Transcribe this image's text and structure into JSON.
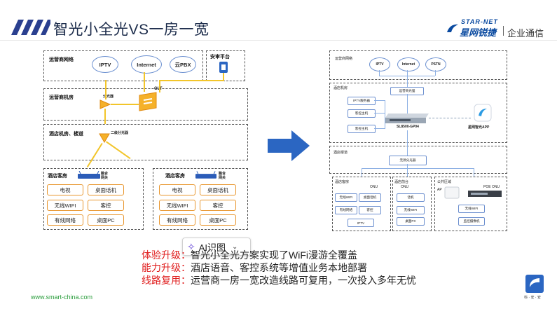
{
  "header": {
    "title": "智光小全光VS一房一宽",
    "logo_en": "STAR-NET",
    "logo_cn": "星网锐捷",
    "logo_biz": "企业通信",
    "brand_color": "#0a4aa0"
  },
  "left_diagram": {
    "operator_network": "运营商网络",
    "clouds": [
      "IPTV",
      "Internet",
      "云PBX"
    ],
    "security_platform": "安审平台",
    "operator_room": "运营商机房",
    "splitter": "分光器",
    "olt": "OLT",
    "hotel_room_floor": "酒店机房、楼道",
    "secondary_splitter": "二级分光器",
    "rooms": [
      {
        "title": "酒店客房",
        "gateway": "融合网关",
        "cells": [
          "电视",
          "桌面话机",
          "无线WIFI",
          "客控",
          "有线网络",
          "桌面PC"
        ]
      },
      {
        "title": "酒店客房",
        "gateway": "融合网关",
        "cells": [
          "电视",
          "桌面话机",
          "无线WIFI",
          "客控",
          "有线网络",
          "桌面PC"
        ]
      }
    ]
  },
  "right_diagram": {
    "operator_network": "运营商网络",
    "clouds": [
      "IPTV",
      "Internet",
      "PSTN"
    ],
    "hotel_room": "酒店机房",
    "operator_optical_modem": "运营商光猫",
    "servers": [
      "IPTV服务器",
      "客控主机",
      "客控主机"
    ],
    "switch": "SL8500-GP04",
    "app": "星网智光APP",
    "corridor": "酒店楼道",
    "passive_splitter": "无源分光器",
    "guest_room": {
      "title": "酒店客房",
      "onu": "ONU",
      "cells": [
        "无线WIFI",
        "桌面话机",
        "有线网络",
        "客控",
        "IPTV"
      ]
    },
    "meeting_room": {
      "title": "酒店前台",
      "onu": "ONU",
      "cells": [
        "话机",
        "无线WIFI",
        "桌面PC"
      ]
    },
    "public_area": {
      "title": "公共区域",
      "ap": "AP",
      "poe_onu": "POE ONU",
      "cells": [
        "无线WIFI",
        "监控摄像机"
      ]
    }
  },
  "ai_button": {
    "label": "AI识图"
  },
  "notes": [
    {
      "label": "体验升级：",
      "text": "智光小全光方案实现了WiFi漫游全覆盖"
    },
    {
      "label": "能力升级：",
      "text": "酒店语音、客控系统等增值业务本地部署"
    },
    {
      "label": "线路复用：",
      "text": "运营商一房一宽改造线路可复用，一次投入多年无忧"
    }
  ],
  "footer": {
    "url": "www.smart-china.com",
    "badge_text": "科 · 安 · 安"
  },
  "icons": [
    "stripes-icon",
    "logo-icon",
    "cloud-icon",
    "splitter-icon",
    "olt-icon",
    "security-icon",
    "gateway-icon",
    "arrow-icon",
    "server-icon",
    "switch-icon",
    "app-icon",
    "ap-icon",
    "sparkle-icon",
    "chevron-down-icon",
    "badge-icon"
  ]
}
